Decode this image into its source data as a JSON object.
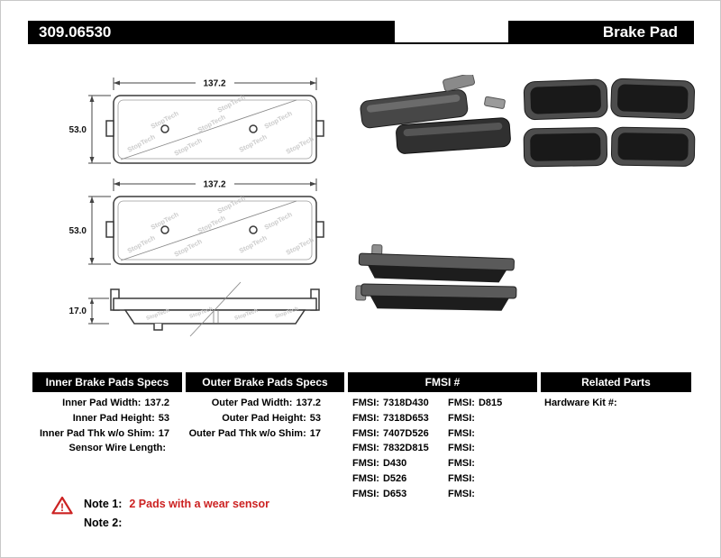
{
  "header": {
    "part_number": "309.06530",
    "title": "Brake Pad"
  },
  "drawings": {
    "watermark": "StopTech",
    "pad_front_1": {
      "width": "137.2",
      "height": "53.0"
    },
    "pad_front_2": {
      "width": "137.2",
      "height": "53.0"
    },
    "pad_side": {
      "thickness": "17.0"
    }
  },
  "spec_table": {
    "inner": {
      "header": "Inner Brake Pads Specs",
      "rows": [
        {
          "label": "Inner Pad Width:",
          "value": "137.2"
        },
        {
          "label": "Inner Pad Height:",
          "value": "53"
        },
        {
          "label": "Inner Pad Thk w/o Shim:",
          "value": "17"
        },
        {
          "label": "Sensor Wire Length:",
          "value": ""
        }
      ]
    },
    "outer": {
      "header": "Outer Brake Pads Specs",
      "rows": [
        {
          "label": "Outer Pad Width:",
          "value": "137.2"
        },
        {
          "label": "Outer Pad Height:",
          "value": "53"
        },
        {
          "label": "Outer Pad Thk w/o Shim:",
          "value": "17"
        }
      ]
    },
    "fmsi": {
      "header": "FMSI #",
      "col1": [
        {
          "label": "FMSI:",
          "value": "7318D430"
        },
        {
          "label": "FMSI:",
          "value": "7318D653"
        },
        {
          "label": "FMSI:",
          "value": "7407D526"
        },
        {
          "label": "FMSI:",
          "value": "7832D815"
        },
        {
          "label": "FMSI:",
          "value": "D430"
        },
        {
          "label": "FMSI:",
          "value": "D526"
        },
        {
          "label": "FMSI:",
          "value": "D653"
        }
      ],
      "col2": [
        {
          "label": "FMSI:",
          "value": "D815"
        },
        {
          "label": "FMSI:",
          "value": ""
        },
        {
          "label": "FMSI:",
          "value": ""
        },
        {
          "label": "FMSI:",
          "value": ""
        },
        {
          "label": "FMSI:",
          "value": ""
        },
        {
          "label": "FMSI:",
          "value": ""
        },
        {
          "label": "FMSI:",
          "value": ""
        }
      ]
    },
    "related": {
      "header": "Related Parts",
      "rows": [
        {
          "label": "Hardware Kit #:",
          "value": ""
        }
      ]
    }
  },
  "notes": {
    "note1_label": "Note 1:",
    "note1_text": "2 Pads with a wear sensor",
    "note2_label": "Note 2:",
    "note2_text": ""
  },
  "colors": {
    "header_bg": "#000000",
    "accent_red": "#cc2222"
  }
}
